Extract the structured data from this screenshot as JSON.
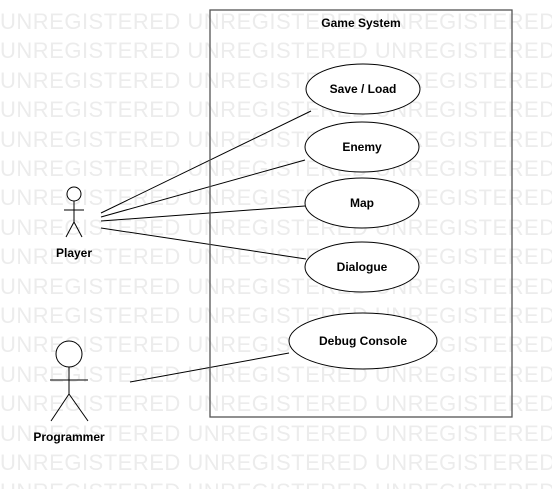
{
  "watermark": {
    "text": "UNREGISTERED"
  },
  "system": {
    "title": "Game System"
  },
  "use_cases": [
    {
      "id": "save",
      "label": "Save / Load"
    },
    {
      "id": "enemy",
      "label": "Enemy"
    },
    {
      "id": "map",
      "label": "Map"
    },
    {
      "id": "dialogue",
      "label": "Dialogue"
    },
    {
      "id": "debug",
      "label": "Debug Console"
    }
  ],
  "actors": [
    {
      "id": "player",
      "label": "Player"
    },
    {
      "id": "programmer",
      "label": "Programmer"
    }
  ],
  "associations": [
    {
      "actor": "player",
      "use_case": "save"
    },
    {
      "actor": "player",
      "use_case": "enemy"
    },
    {
      "actor": "player",
      "use_case": "map"
    },
    {
      "actor": "player",
      "use_case": "dialogue"
    },
    {
      "actor": "programmer",
      "use_case": "debug"
    }
  ]
}
